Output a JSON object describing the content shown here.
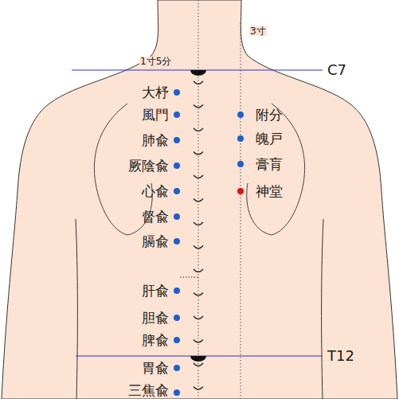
{
  "diagram": {
    "labels": [
      "3寸",
      "1寸5分",
      "C7",
      "大杼",
      "風門",
      "附分",
      "肺兪",
      "魄戸",
      "厥陰兪",
      "膏肓",
      "心兪",
      "神堂",
      "督兪",
      "膈兪",
      "肝兪",
      "胆兪",
      "脾兪",
      "T12",
      "胃兪",
      "三焦兪"
    ]
  }
}
